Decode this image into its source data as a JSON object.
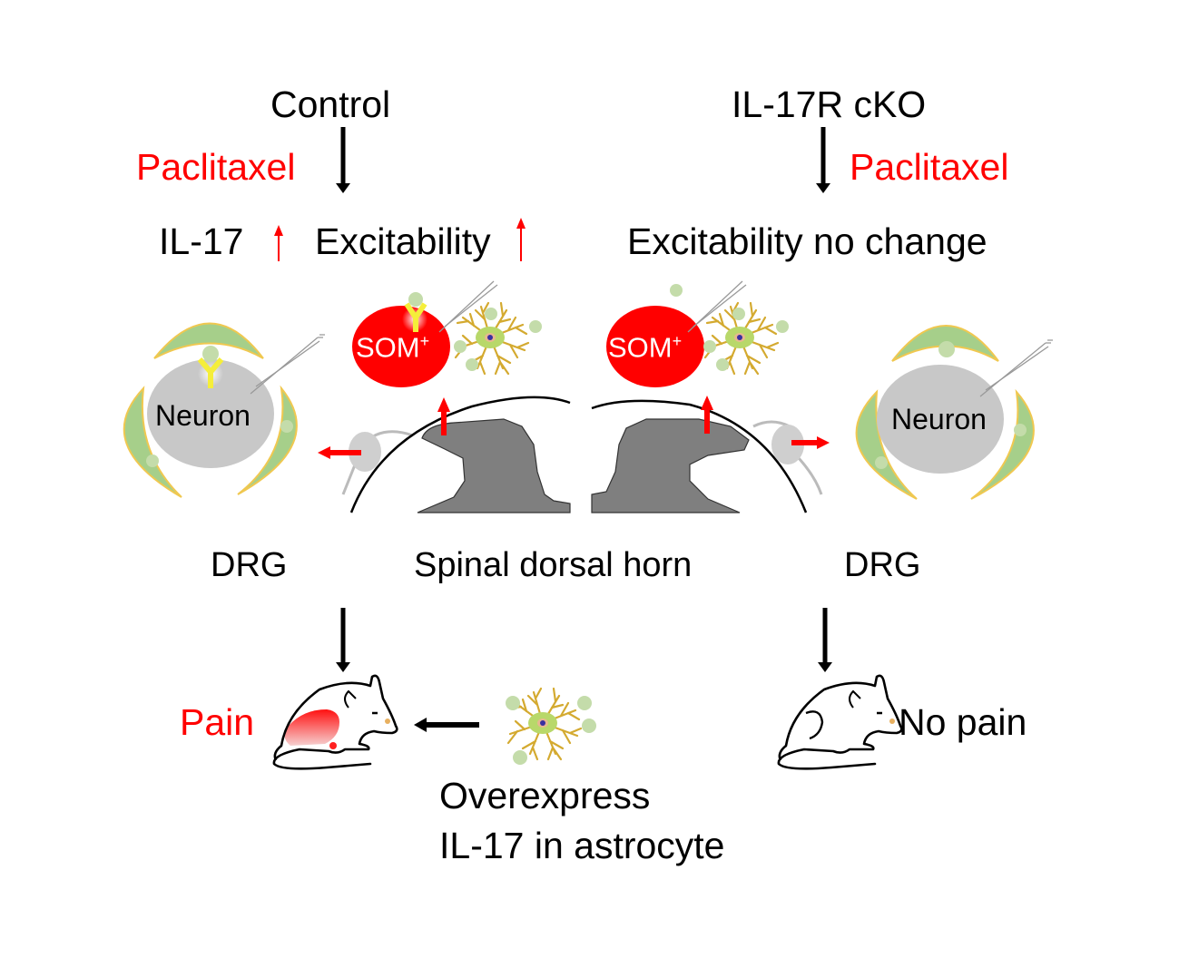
{
  "colors": {
    "text": "#000000",
    "accent_red": "#ff0000",
    "neuron_gray": "#c8c8c8",
    "satellite_glia_green": "#a6cf8a",
    "glia_outline": "#f0c850",
    "dorsal_horn_gray": "#7f7f7f",
    "receptor_yellow": "#f5ee3a",
    "astrocyte_body": "#b8d86a",
    "astrocyte_branch": "#d4aa30",
    "il17_dot": "#c4dcaa"
  },
  "left": {
    "title": "Control",
    "treatment": "Paclitaxel",
    "finding_1": "IL-17",
    "finding_2": "Excitability",
    "neuron_label": "Neuron",
    "som_label": "SOM",
    "som_superscript": "+",
    "drg_label": "DRG",
    "outcome": "Pain"
  },
  "right": {
    "title": "IL-17R cKO",
    "treatment": "Paclitaxel",
    "finding": "Excitability no change",
    "neuron_label": "Neuron",
    "som_label": "SOM",
    "som_superscript": "+",
    "drg_label": "DRG",
    "outcome": "No pain"
  },
  "center": {
    "region_label": "Spinal dorsal horn",
    "intervention_line1": "Overexpress",
    "intervention_line2": "IL-17 in astrocyte"
  }
}
